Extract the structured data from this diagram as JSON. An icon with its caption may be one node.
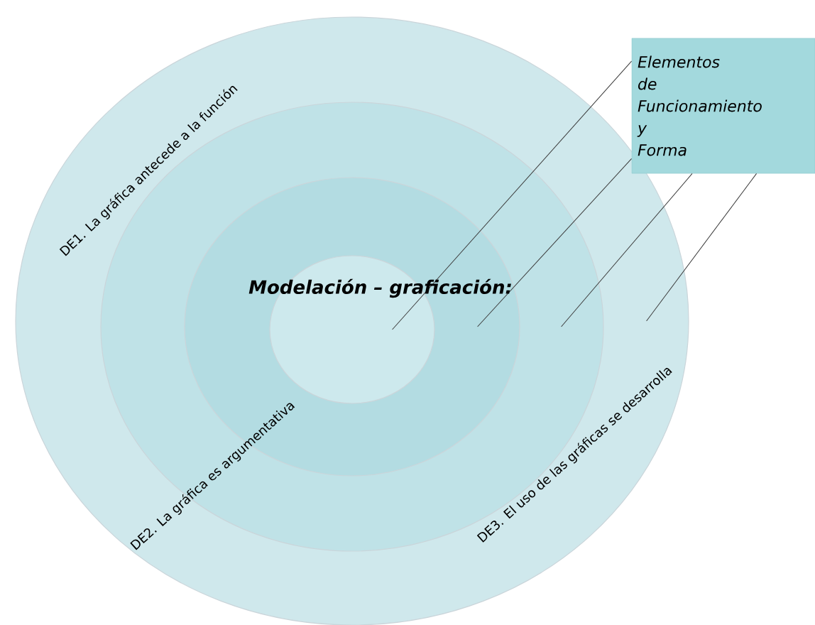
{
  "diagram": {
    "nodes": [
      {
        "text": [
          "DE1. La gráfica antecede a la función",
          "DE3. El uso de las gráficas se desarrolla"
        ]
      },
      {
        "text": [
          "DE2. La gráfica es argumentativa"
        ],
        "in": 0
      },
      {
        "text": [],
        "shape": "circle",
        "in": 1
      },
      {
        "text": [],
        "shape": "circle",
        "in": 2
      },
      {
        "text": [
          "Elementos de Funcionamiento y Forma"
        ]
      }
    ],
    "edges": [
      {
        "from": 4,
        "to": 3,
        "arrow": "none"
      },
      {
        "from": 4,
        "to": 2,
        "arrow": "none"
      },
      {
        "from": 4,
        "to": 1,
        "arrow": "none"
      },
      {
        "from": 4,
        "to": 0,
        "arrow": "none"
      }
    ],
    "labels": [
      "Modelación – graficación:"
    ]
  }
}
